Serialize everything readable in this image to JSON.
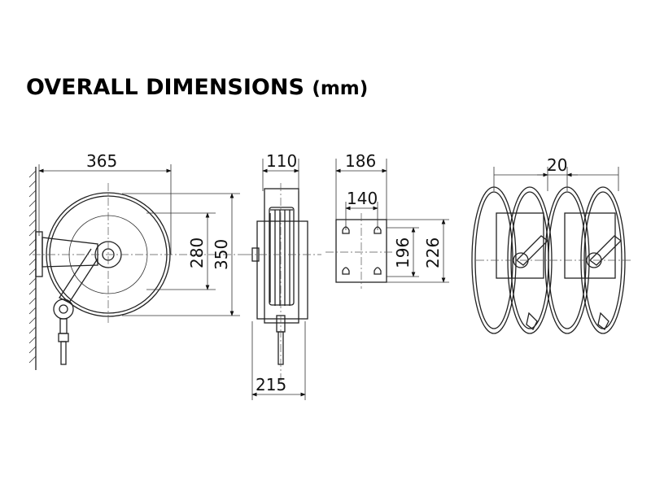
{
  "title": {
    "main": "OVERALL DIMENSIONS",
    "unit": "(mm)"
  },
  "dimensions": {
    "front_width": "365",
    "front_inner_height": "280",
    "front_outer_height": "350",
    "side_top_width": "110",
    "side_bottom_width": "215",
    "plate_width": "186",
    "plate_hole_spacing": "140",
    "plate_hole_height": "196",
    "plate_height": "226",
    "multi_spacing": "20"
  }
}
